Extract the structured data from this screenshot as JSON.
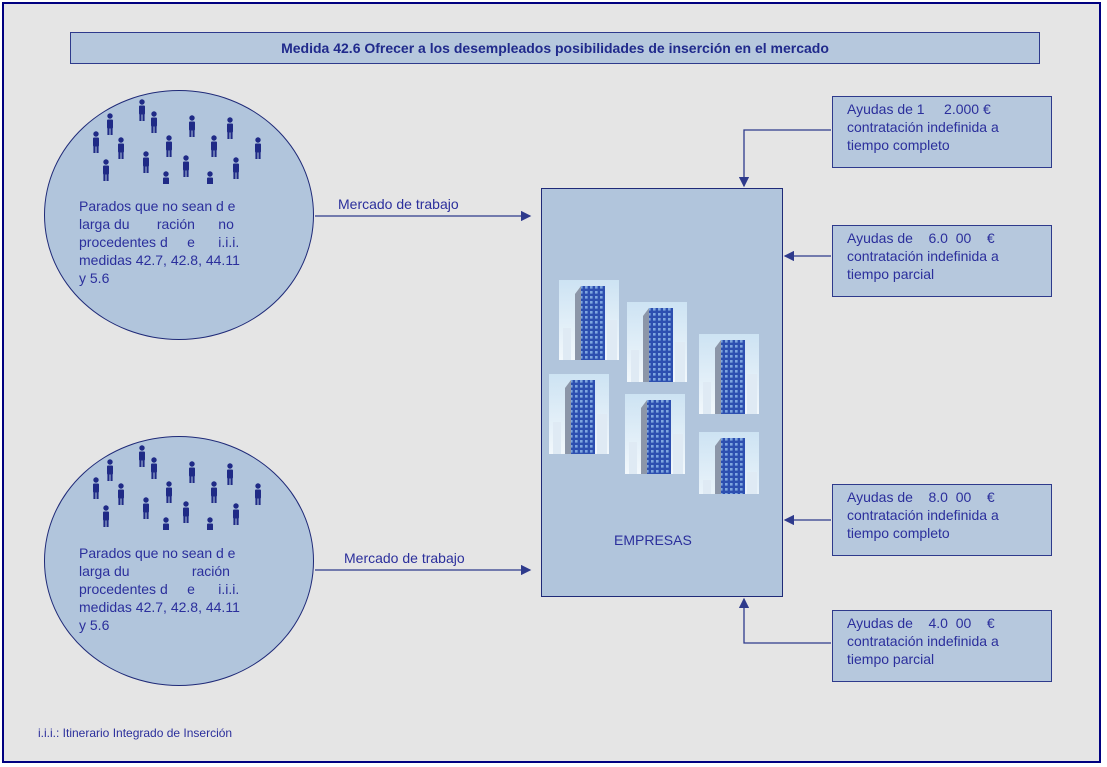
{
  "title": "Medida 42.6 Ofrecer a los desempleados posibilidades de inserción en el mercado",
  "groups": [
    {
      "lines": [
        "Parados que no  sean d e",
        "larga du       ración      no",
        "procedentes d     e      i.i.i.",
        "medidas 42.7, 42.8, 44.11",
        "y 5.6"
      ],
      "arrow_label": "Mercado de trabajo"
    },
    {
      "lines": [
        "Parados que no  sean d e",
        "larga du                ración",
        "procedentes d     e      i.i.i.",
        "medidas 42.7, 42.8, 44.11",
        "y 5.6"
      ],
      "arrow_label": "Mercado de trabajo"
    }
  ],
  "center": {
    "label": "EMPRESAS"
  },
  "aids": [
    {
      "lines": [
        "Ayudas de 1     2.000 €",
        "contratación indefinida a",
        "tiempo completo"
      ]
    },
    {
      "lines": [
        "Ayudas de    6.0  00    €",
        "contratación indefinida a",
        "tiempo parcial"
      ]
    },
    {
      "lines": [
        "Ayudas de    8.0  00    €",
        "contratación indefinida a",
        "tiempo completo"
      ]
    },
    {
      "lines": [
        "Ayudas de    4.0  00    €",
        "contratación indefinida a",
        "tiempo parcial"
      ]
    }
  ],
  "footnote": "i.i.i.: Itinerario Integrado de Inserción",
  "colors": {
    "frame": "#000080",
    "fill": "#b1c5dc",
    "text": "#2b2f9c",
    "background": "#e5e5e5"
  },
  "icons": [
    "person-icon",
    "office-building-icon"
  ]
}
